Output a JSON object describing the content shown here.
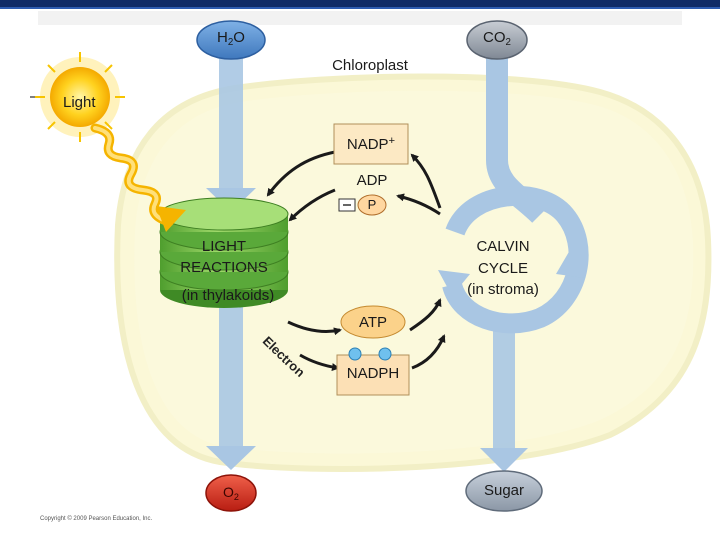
{
  "diagram": {
    "title": "Chloroplast",
    "inputs": {
      "water": {
        "main": "H",
        "sub": "2",
        "tail": "O"
      },
      "carbon_dioxide": {
        "main": "CO",
        "sub": "2"
      },
      "light": "Light"
    },
    "light_reactions": {
      "line1": "LIGHT",
      "line2": "REACTIONS",
      "location": "(in thylakoids)"
    },
    "calvin_cycle": {
      "line1": "CALVIN",
      "line2": "CYCLE",
      "location": "(in stroma)"
    },
    "carriers": {
      "nadp": {
        "main": "NADP",
        "sup": "+"
      },
      "adp": "ADP",
      "phosphate": "P",
      "atp": "ATP",
      "nadph": "NADPH",
      "electrons": "Electrons"
    },
    "outputs": {
      "oxygen": {
        "main": "O",
        "sub": "2"
      },
      "sugar": "Sugar"
    },
    "copyright": "Copyright © 2009 Pearson Education, Inc."
  }
}
